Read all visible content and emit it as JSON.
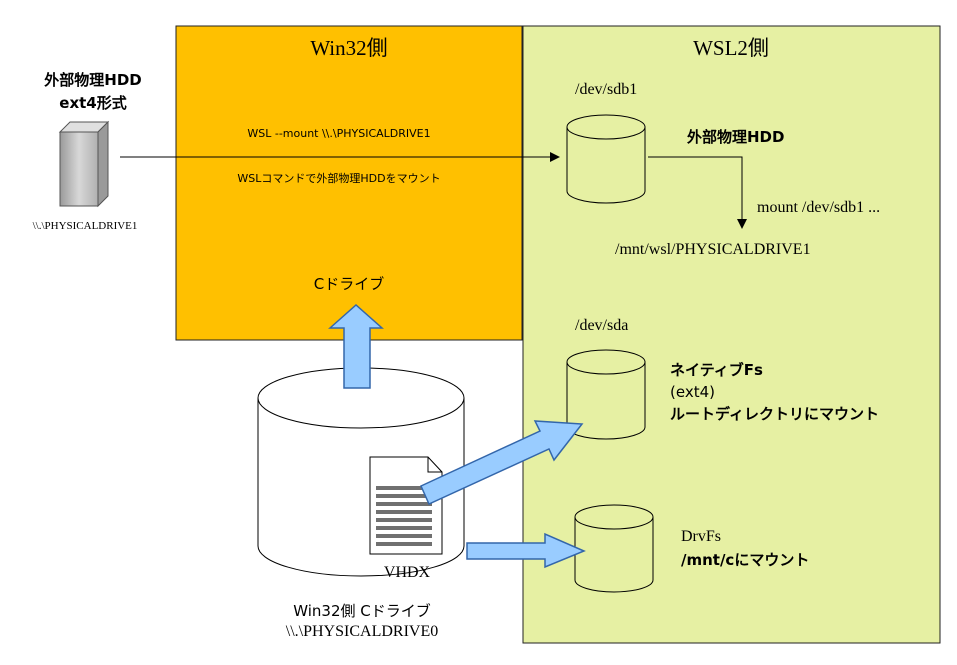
{
  "win32": {
    "title": "Win32側",
    "command": "WSL --mount \\\\.\\PHYSICALDRIVE1",
    "command_desc": "WSLコマンドで外部物理HDDをマウント",
    "c_drive": "Cドライブ"
  },
  "wsl2": {
    "title": "WSL2側",
    "sdb1": "/dev/sdb1",
    "ext_hdd": "外部物理HDD",
    "mount_cmd": "mount /dev/sdb1 ...",
    "mount_point": "/mnt/wsl/PHYSICALDRIVE1",
    "sda": "/dev/sda",
    "native_fs": "ネイティブFs",
    "ext4": "(ext4)",
    "root_mount": "ルートディレクトリにマウント",
    "drvfs": "DrvFs",
    "mnt_c": "/mnt/cにマウント"
  },
  "external": {
    "title_line1": "外部物理HDD",
    "title_line2": "ext4形式",
    "device": "\\\\.\\PHYSICALDRIVE1"
  },
  "cdrive": {
    "vhdx": "VHDX",
    "title": "Win32側 Cドライブ",
    "device": "\\\\.\\PHYSICALDRIVE0"
  },
  "colors": {
    "win32_fill": "#FFC000",
    "wsl2_fill": "#E6F0A3",
    "arrow_fill": "#99CCFF",
    "arrow_stroke": "#3366AA",
    "line": "#000000"
  }
}
